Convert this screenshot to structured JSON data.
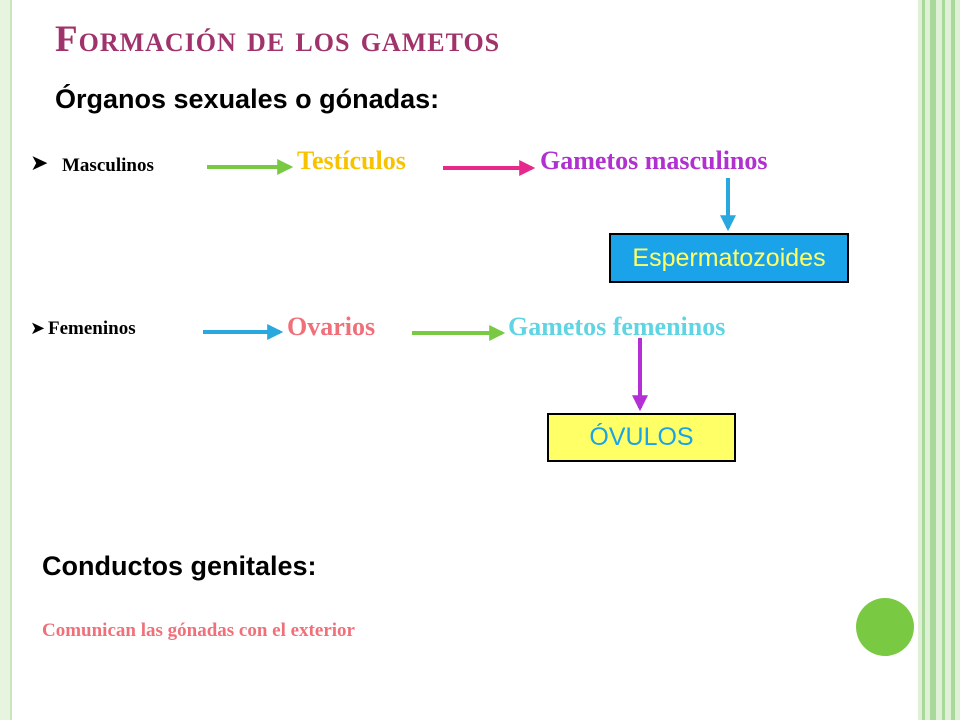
{
  "slide": {
    "title": "Formación de los gametos",
    "subtitle": "Órganos sexuales o gónadas:",
    "male": {
      "label": "Masculinos",
      "organ": "Testículos",
      "gametes": "Gametos masculinos",
      "cells": "Espermatozoides"
    },
    "female": {
      "label": "Femeninos",
      "organ": "Ovarios",
      "gametes": "Gametos femeninos",
      "cells": "ÓVULOS"
    },
    "ducts_heading": "Conductos genitales:",
    "ducts_text": "Comunican las gónadas con el exterior"
  },
  "colors": {
    "title": "#a0336b",
    "male_organ": "#f7c300",
    "male_gametes": "#b030d0",
    "female_organ": "#f0707a",
    "female_gametes": "#5fd5e3",
    "ducts_text": "#f0707a",
    "arrow_green": "#7ac943",
    "arrow_pink": "#e8298c",
    "arrow_blue": "#29a8e0",
    "arrow_purple": "#b52fd6",
    "box_blue": "#1aa3e8",
    "box_yellow": "#ffff66",
    "decor_green": "#7ac943"
  }
}
